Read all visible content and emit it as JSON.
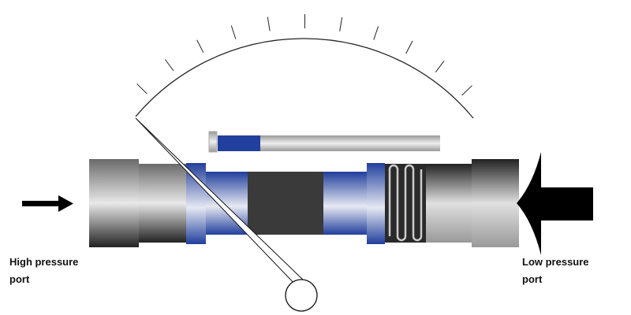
{
  "labels": {
    "high_pressure": "High pressure port",
    "low_pressure": "Low pressure port"
  },
  "gauge": {
    "tick_count": 11
  },
  "colors": {
    "blue": "#213f9c",
    "dark": "#3a3a3a",
    "arrow": "#000000"
  }
}
